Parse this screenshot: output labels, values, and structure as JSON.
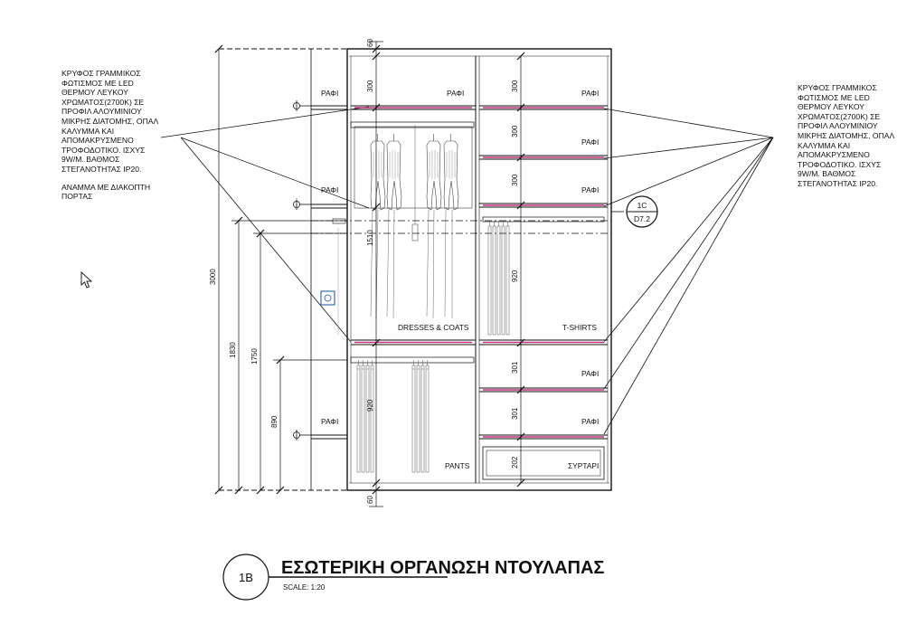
{
  "notes": {
    "left": [
      "ΚΡΥΦΟΣ ΓΡΑΜΜΙΚΟΣ",
      "ΦΩΤΙΣΜΟΣ ΜΕ LED",
      "ΘΕΡΜΟΥ ΛΕΥΚΟΥ",
      "ΧΡΩΜΑΤΟΣ(2700Κ) ΣΕ",
      "ΠΡΟΦΙΛ ΑΛΟΥΜΙΝΙΟΥ",
      "ΜΙΚΡΗΣ ΔΙΑΤΟΜΗΣ, ΟΠΑΛ",
      "ΚΑΛΥΜΜΑ ΚΑΙ",
      "ΑΠΟΜΑΚΡΥΣΜΕΝΟ",
      "ΤΡΟΦΟΔΟΤΙΚΟ. ΙΣΧΥΣ",
      "9W/M. ΒΑΘΜΟΣ",
      "ΣΤΕΓΑΝΟΤΗΤΑΣ IP20."
    ],
    "left_extra": [
      "ΑΝΑΜΜΑ ΜΕ ΔΙΑΚΟΠΤΗ",
      "ΠΟΡΤΑΣ"
    ],
    "right": [
      "ΚΡΥΦΟΣ ΓΡΑΜΜΙΚΟΣ",
      "ΦΩΤΙΣΜΟΣ ΜΕ LED",
      "ΘΕΡΜΟΥ ΛΕΥΚΟΥ",
      "ΧΡΩΜΑΤΟΣ(2700Κ) ΣΕ",
      "ΠΡΟΦΙΛ ΑΛΟΥΜΙΝΙΟΥ",
      "ΜΙΚΡΗΣ ΔΙΑΤΟΜΗΣ, ΟΠΑΛ",
      "ΚΑΛΥΜΜΑ ΚΑΙ",
      "ΑΠΟΜΑΚΡΥΣΜΕΝΟ",
      "ΤΡΟΦΟΔΟΤΙΚΟ. ΙΣΧΥΣ",
      "9W/M. ΒΑΘΜΟΣ",
      "ΣΤΕΓΑΝΟΤΗΤΑΣ IP20."
    ]
  },
  "labels": {
    "shelf": "ΡΑΦΙ",
    "dresses": "DRESSES & COATS",
    "tshirts": "T-SHIRTS",
    "pants": "PANTS",
    "drawer": "ΣΥΡΤΑΡΙ"
  },
  "dims": {
    "d60_top": "60",
    "d60_bottom": "60",
    "d300_left": "300",
    "d300_r1": "300",
    "d300_r2": "300",
    "d300_r3": "300",
    "d1510": "1510",
    "d920_mid": "920",
    "d920_left": "920",
    "d301_a": "301",
    "d301_b": "301",
    "d202": "202",
    "d3000": "3000",
    "d1830": "1830",
    "d1750": "1750",
    "d890": "890"
  },
  "section_ref": {
    "top": "1C",
    "bottom": "D7.2"
  },
  "title": {
    "number": "1B",
    "text": "ΕΣΩΤΕΡΙΚΗ ΟΡΓΑΝΩΣΗ ΝΤΟΥΛΑΠΑΣ",
    "scale": "SCALE: 1:20"
  },
  "colors": {
    "line": "#111111",
    "led": "#c0307a"
  },
  "icons": {
    "centerline": "centerline-symbol-icon",
    "switch": "wall-switch-icon",
    "cursor": "mouse-cursor-icon"
  }
}
